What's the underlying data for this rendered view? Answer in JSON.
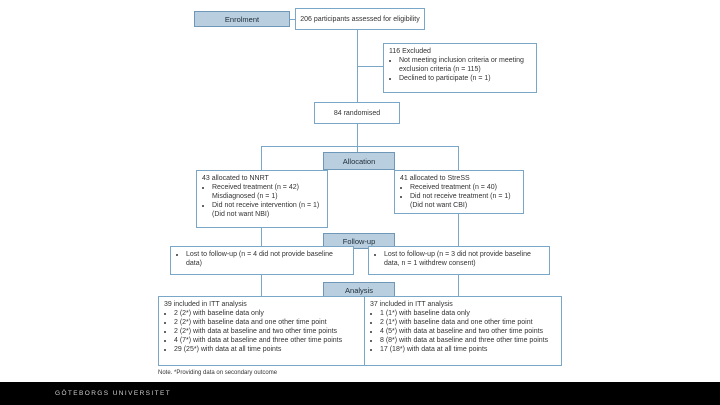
{
  "enrolment": {
    "label": "Enrolment",
    "assessed": "206 participants assessed for eligibility"
  },
  "excluded": {
    "heading": "116 Excluded",
    "items": [
      "Not meeting inclusion criteria or meeting exclusion criteria (n = 115)",
      "Declined to participate (n = 1)"
    ]
  },
  "randomised": "84 randomised",
  "allocation": {
    "label": "Allocation",
    "left": {
      "heading": "43 allocated to NNRT",
      "items": [
        "Received treatment (n = 42) Misdiagnosed (n = 1)",
        "Did not receive intervention (n = 1) (Did not want NBI)"
      ]
    },
    "right": {
      "heading": "41 allocated to StreSS",
      "items": [
        "Received treatment (n = 40)",
        "Did not receive treatment (n = 1) (Did not want CBI)"
      ]
    }
  },
  "followup": {
    "label": "Follow-up",
    "left": "Lost to follow-up (n = 4 did not provide baseline data)",
    "right": "Lost to follow-up (n = 3 did not provide baseline data, n = 1 withdrew consent)"
  },
  "analysis": {
    "label": "Analysis",
    "left": {
      "heading": "39 included in ITT analysis",
      "items": [
        "2 (2*) with baseline data only",
        "2 (2*) with baseline data and one other time point",
        "2 (2*) with data at baseline and two other time points",
        "4 (7*) with data at baseline and three other time points",
        "29 (25*) with data at all time points"
      ]
    },
    "right": {
      "heading": "37 included in ITT analysis",
      "items": [
        "1 (1*) with baseline data only",
        "2 (1*) with baseline data and one other time point",
        "4 (5*) with data at baseline and two other time points",
        "8 (8*) with data at baseline and three other time points",
        "17 (18*) with data at all time points"
      ]
    }
  },
  "note": "Note. *Providing data on secondary outcome",
  "footer": "GÖTEBORGS UNIVERSITET"
}
